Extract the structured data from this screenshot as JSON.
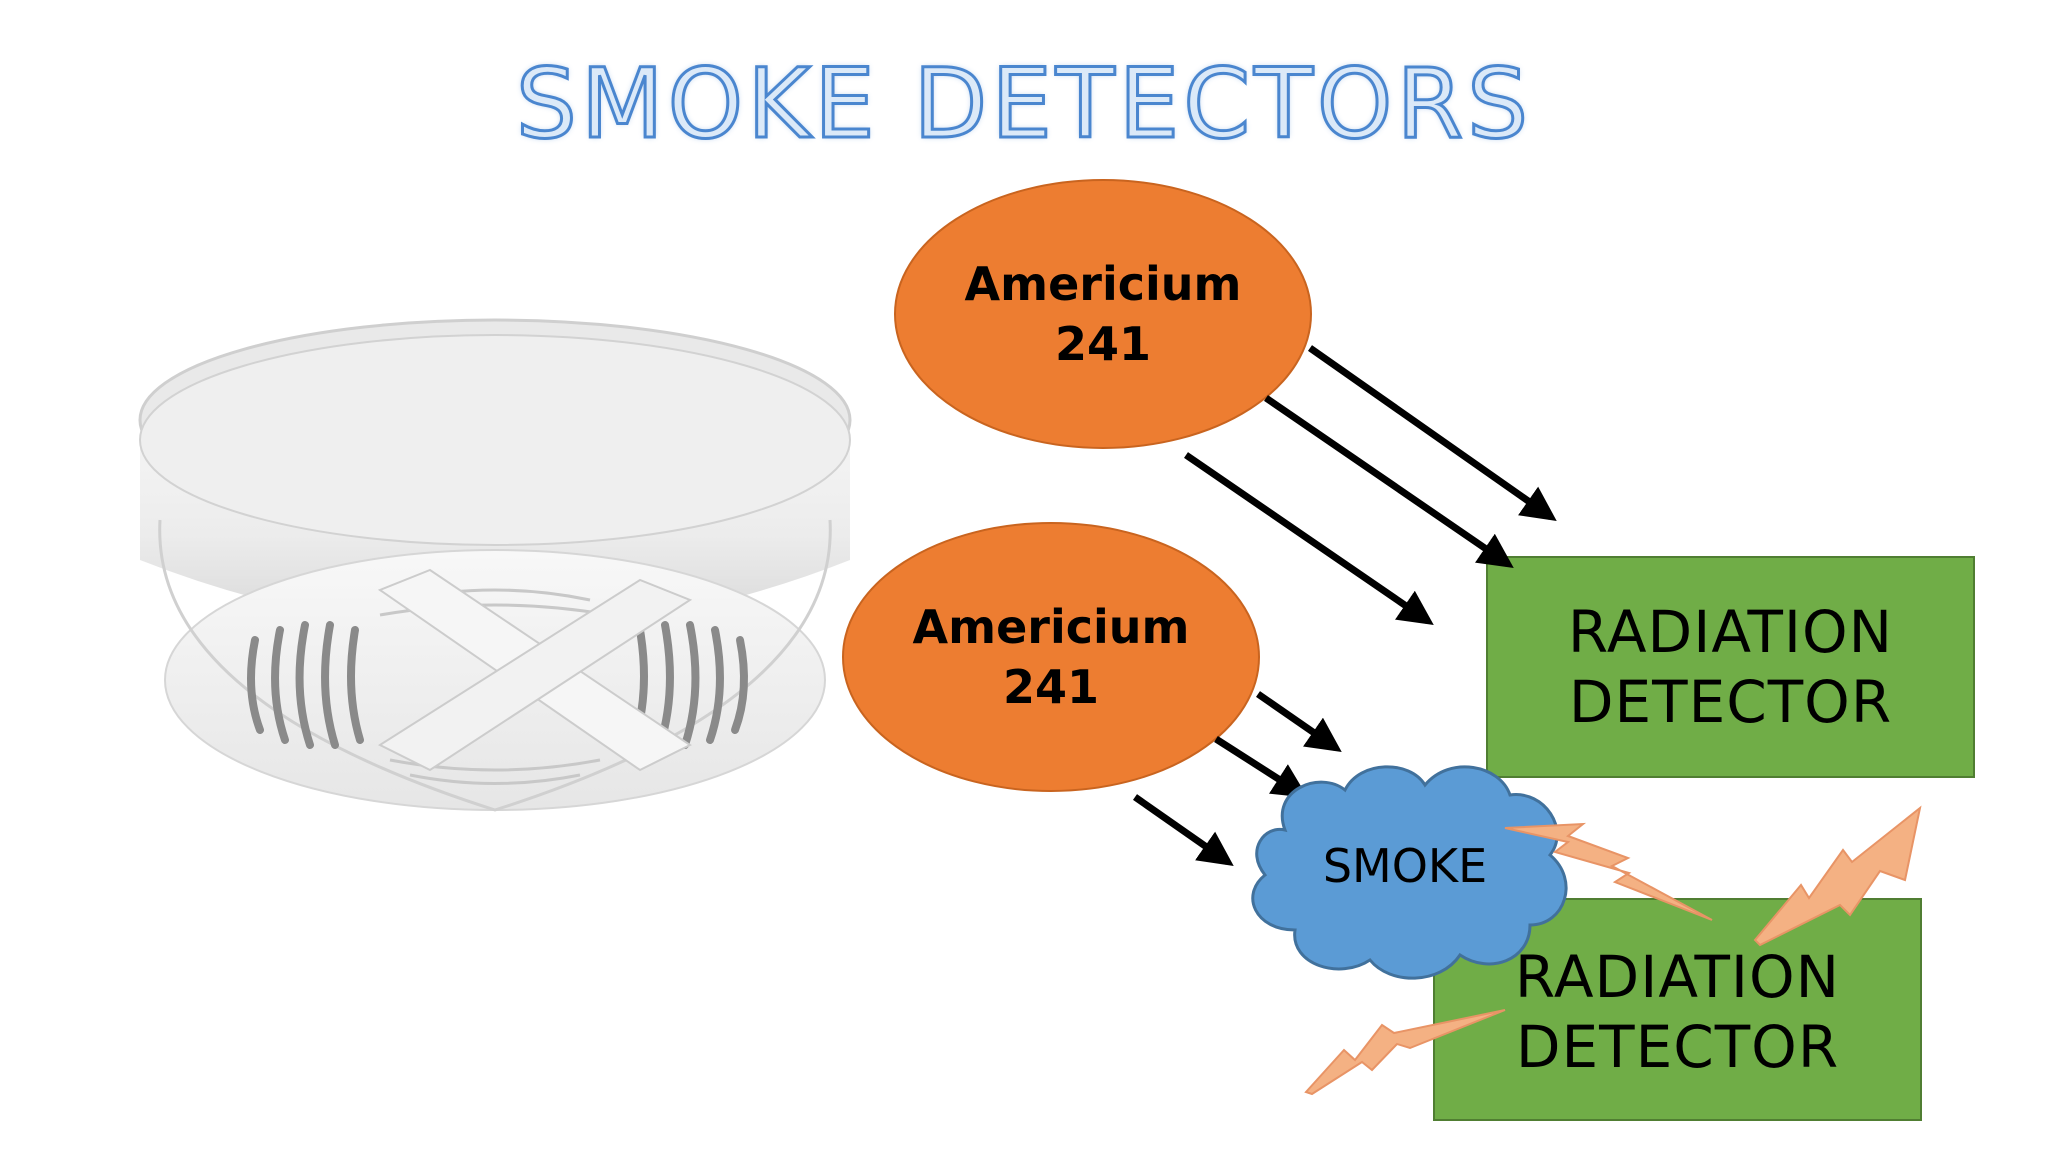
{
  "title": "SMOKE DETECTORS",
  "sources": [
    {
      "line1": "Americium",
      "line2": "241"
    },
    {
      "line1": "Americium",
      "line2": "241"
    }
  ],
  "detectors": [
    {
      "line1": "RADIATION",
      "line2": "DETECTOR"
    },
    {
      "line1": "RADIATION",
      "line2": "DETECTOR"
    }
  ],
  "smoke_label": "SMOKE",
  "colors": {
    "title_fill": "#dbe9f8",
    "title_stroke": "#4a86cf",
    "source_fill": "#ed7d31",
    "detector_fill": "#70ad47",
    "smoke_fill": "#5b9bd5",
    "spark_fill": "#f4b183"
  },
  "image": {
    "subject": "smoke-detector-photo"
  }
}
